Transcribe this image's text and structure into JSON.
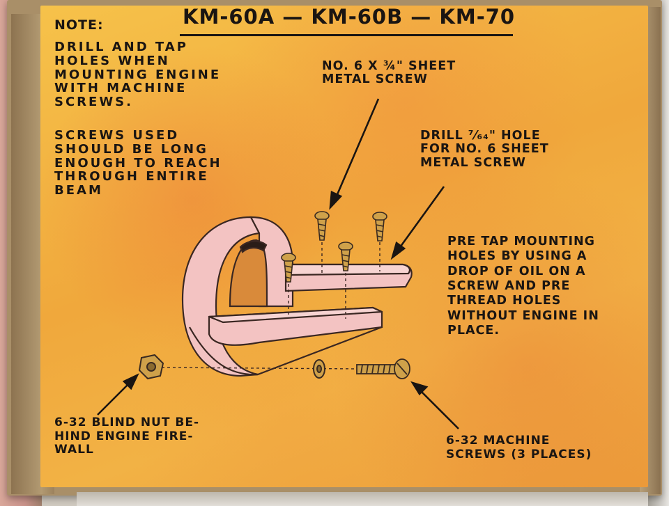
{
  "title": "KM-60A — KM-60B — KM-70",
  "note": {
    "heading": "NOTE:",
    "paragraph1": "DRILL AND TAP\nHOLES WHEN\nMOUNTING ENGINE\nWITH MACHINE\nSCREWS.",
    "paragraph2": "SCREWS USED\nSHOULD BE LONG\nENOUGH TO REACH\nTHROUGH ENTIRE\nBEAM"
  },
  "labels": {
    "sheet_metal_screw": "NO. 6 x ¾\" SHEET\nMETAL SCREW",
    "drill_hole": "DRILL ⁷⁄₆₄\" HOLE\nFOR NO. 6 SHEET\nMETAL SCREW",
    "pre_tap": "PRE TAP MOUNTING\nHOLES BY USING A\nDROP OF OIL ON A\nSCREW AND PRE\nTHREAD HOLES\nWITHOUT ENGINE IN\nPLACE.",
    "blind_nut": "6-32 BLIND NUT BE-\nHIND ENGINE FIRE-\nWALL",
    "machine_screws": "6-32 MACHINE\nSCREWS (3 PLACES)"
  },
  "colors": {
    "panel": "#f2b245",
    "ink": "#1a1512",
    "mount": "#f3c3c2"
  }
}
